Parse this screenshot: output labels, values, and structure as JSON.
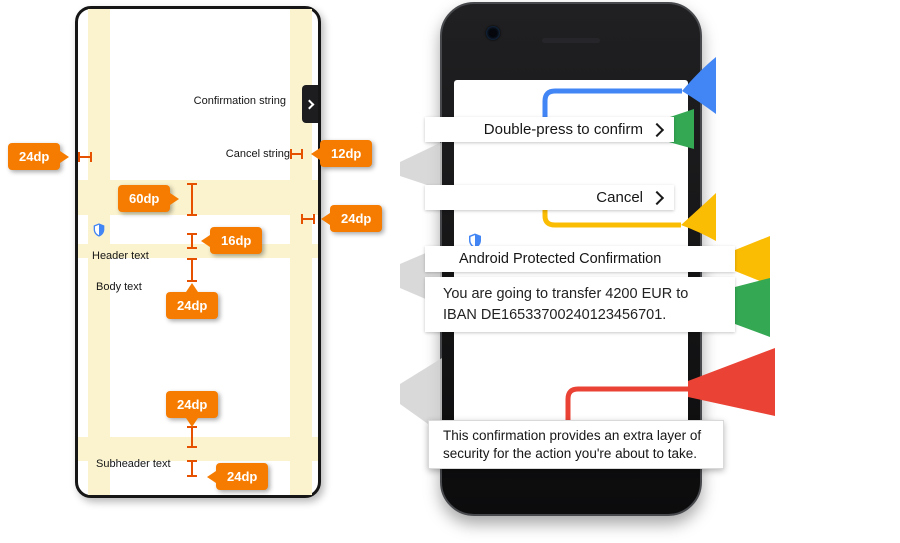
{
  "diagram": {
    "confirmation_label": "Confirmation string",
    "cancel_label": "Cancel string",
    "header_label": "Header text",
    "body_label": "Body text",
    "subheader_label": "Subheader text",
    "measurements": {
      "left_margin": "24dp",
      "cancel_trailing": "12dp",
      "top_band_height": "60dp",
      "icon_header_gap": "16dp",
      "right_margin": "24dp",
      "header_body_gap": "24dp",
      "body_subheader_gap": "24dp",
      "subheader_bottom_gap": "24dp"
    }
  },
  "phone": {
    "confirm_button_label": "Double-press to confirm",
    "cancel_button_label": "Cancel",
    "header_text": "Android Protected Confirmation",
    "body_text_line1": "You are going to transfer 4200 EUR to",
    "body_text_line2": "IBAN DE16533700240123456701.",
    "note_line1": "This confirmation provides an extra layer of",
    "note_line2": "security for the action you're about to take."
  },
  "icons": {
    "chevron": "chevron-right-icon",
    "shield": "security-shield-icon"
  },
  "colors": {
    "callout_orange": "#F57C00",
    "measure_orange": "#E65100",
    "guide_yellow": "#FBF3CE",
    "annotation_blue": "#4285F4",
    "annotation_yellow": "#FBBC04",
    "annotation_green": "#34A853",
    "annotation_red": "#EA4335"
  }
}
